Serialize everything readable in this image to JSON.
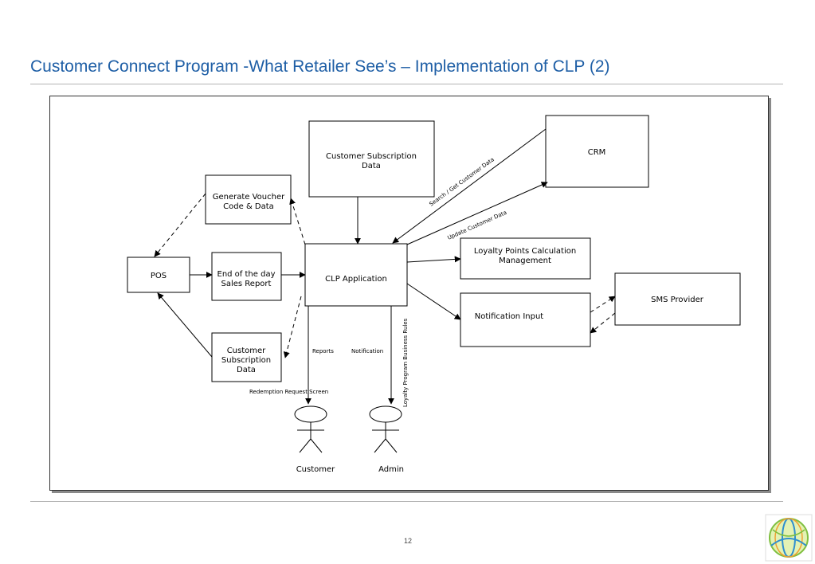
{
  "slide": {
    "title": "Customer Connect Program -What Retailer See’s – Implementation of CLP (2)",
    "page_number": "12"
  },
  "diagram": {
    "nodes": {
      "pos": "POS",
      "generate_voucher": [
        "Generate Voucher",
        "Code & Data"
      ],
      "end_of_day": [
        "End of the day",
        "Sales Report"
      ],
      "customer_subscription_small": [
        "Customer",
        "Subscription",
        "Data"
      ],
      "customer_subscription_top": [
        "Customer Subscription",
        "Data"
      ],
      "clp_application": "CLP Application",
      "crm": "CRM",
      "loyalty_points": [
        "Loyalty Points Calculation",
        "Management"
      ],
      "notification_input": "Notification Input",
      "sms_provider": "SMS Provider"
    },
    "edge_labels": {
      "search_get": "Search / Get Customer Data",
      "update": "Update Customer Data",
      "reports": "Reports",
      "notification": "Notification",
      "business_rules": "Loyalty Program Business Rules",
      "redemption": "Redemption Request Screen"
    },
    "actors": {
      "customer": "Customer",
      "admin": "Admin"
    }
  },
  "colors": {
    "title": "#1f5fa6",
    "rule": "#b3b3b3",
    "stroke": "#000000"
  }
}
